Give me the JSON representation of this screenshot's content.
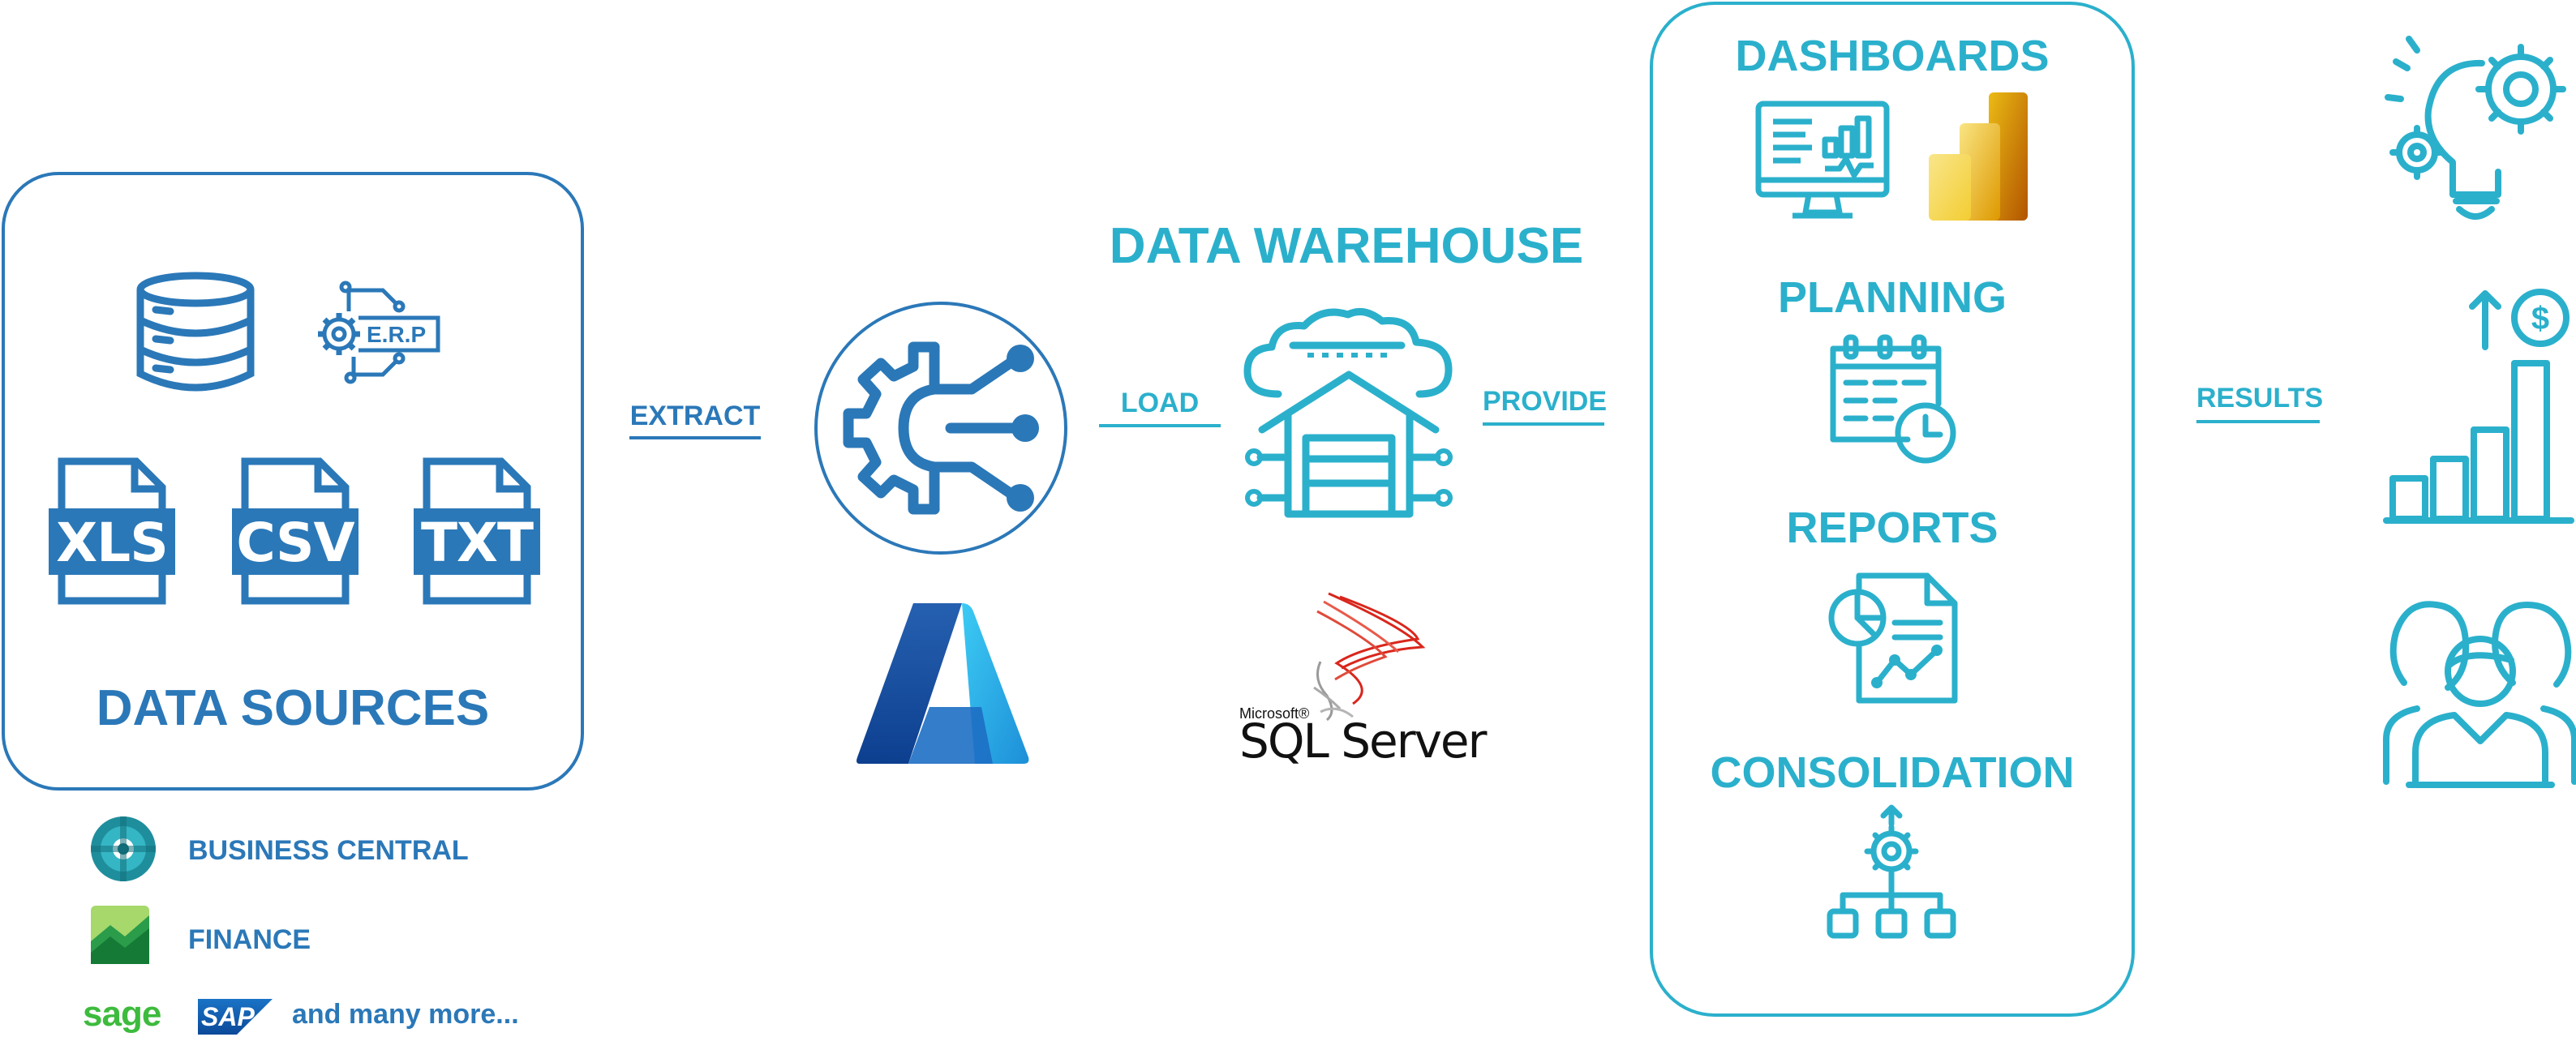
{
  "colors": {
    "dark_blue": "#2b78b8",
    "cyan": "#2bb0cc",
    "sql_red": "#d9261c"
  },
  "sources": {
    "title": "DATA SOURCES",
    "file_types": [
      "XLS",
      "CSV",
      "TXT"
    ],
    "erp_label": "E.R.P",
    "icons": [
      "database-icon",
      "erp-gear-icon",
      "xls-file-icon",
      "csv-file-icon",
      "txt-file-icon"
    ]
  },
  "source_logos": {
    "business_central": "BUSINESS CENTRAL",
    "finance": "FINANCE",
    "sage": "sage",
    "sap": "SAP",
    "more": "and many more..."
  },
  "flow": {
    "extract": "EXTRACT",
    "load": "LOAD",
    "provide": "PROVIDE",
    "results": "RESULTS"
  },
  "warehouse": {
    "title": "DATA WAREHOUSE",
    "sql_brand": "Microsoft®",
    "sql_product": "SQL Server",
    "sql_tm": "."
  },
  "outputs": {
    "items": [
      {
        "label": "DASHBOARDS"
      },
      {
        "label": "PLANNING"
      },
      {
        "label": "REPORTS"
      },
      {
        "label": "CONSOLIDATION"
      }
    ]
  },
  "results_icons": [
    "idea-gears-icon",
    "growth-chart-icon",
    "people-icon"
  ]
}
